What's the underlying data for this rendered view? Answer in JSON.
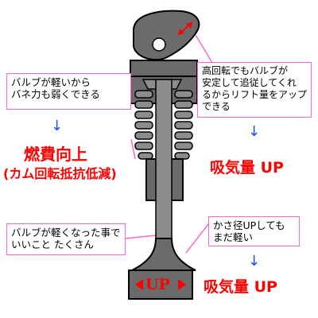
{
  "notes": {
    "light_valve": "バルブが軽いから\nバネ力も弱くできる",
    "follow": "高回転でもバルブが\n安定して追従してくれ\nるからリフト量をアップ\nできる",
    "good_things": "バルブが軽くなった事で\nいいこと たくさん",
    "umbrella": "かさ径UPしても\nまだ軽い"
  },
  "results": {
    "fuel": "燃費向上",
    "fuel_sub": "(カム回転抵抗低減)",
    "intake_1": "吸気量 UP",
    "intake_2": "吸気量 UP"
  },
  "valve_head_label": "UP",
  "arrows": {
    "glyph": "↓"
  },
  "colors": {
    "accent_red": "#ff0000",
    "arrow_blue": "#1a4dff",
    "box_border": "#ff66cc",
    "metal": "#666666"
  }
}
